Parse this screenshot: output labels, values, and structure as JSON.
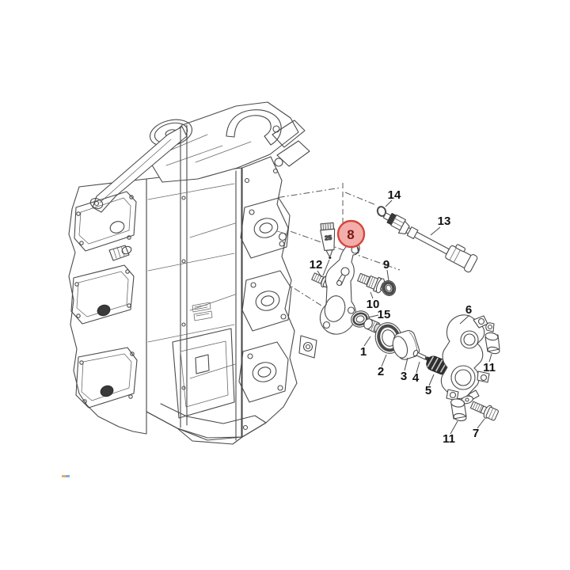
{
  "diagram": {
    "colors": {
      "background": "#ffffff",
      "line": "#4a4a4a",
      "label": "#111111",
      "highlight_fill": "#f3aeab",
      "highlight_stroke": "#d5453a",
      "highlight_text": "#7a190f"
    },
    "sealant_tube_label": "25",
    "highlighted_callout": {
      "label": "8"
    },
    "callouts": {
      "c1": "1",
      "c2": "2",
      "c3": "3",
      "c4": "4",
      "c5": "5",
      "c6": "6",
      "c7": "7",
      "c9": "9",
      "c10": "10",
      "c11a": "11",
      "c11b": "11",
      "c12": "12",
      "c13": "13",
      "c14": "14",
      "c15": "15"
    }
  }
}
